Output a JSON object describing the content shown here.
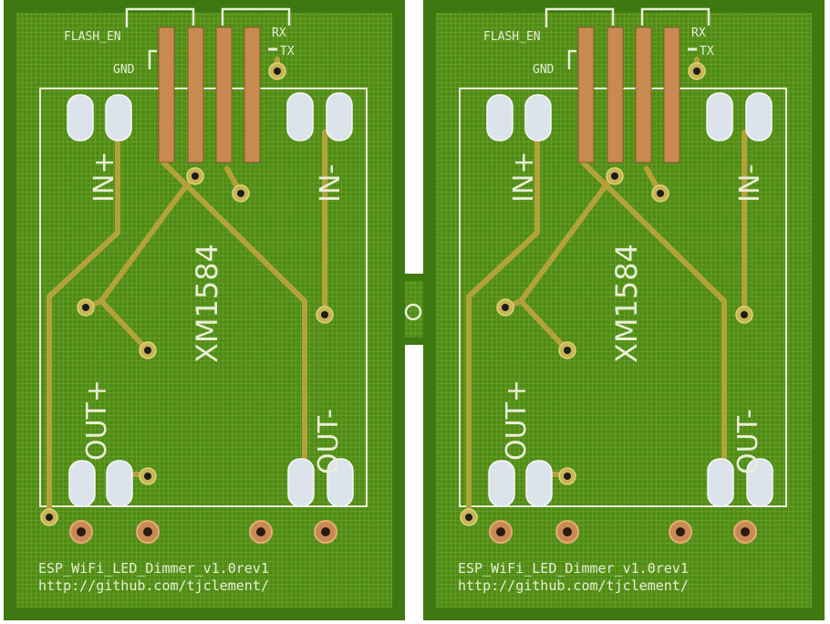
{
  "boards": [
    {
      "labels": {
        "flash_en": "FLASH_EN",
        "gnd": "GND",
        "rx": "RX",
        "tx": "TX",
        "in_plus": "IN+",
        "in_minus": "IN-",
        "module": "XM1584",
        "out_plus": "OUT+",
        "out_minus": "OUT-",
        "project": "ESP_WiFi_LED_Dimmer_v1.0rev1",
        "url": "http://github.com/tjclement/"
      }
    },
    {
      "labels": {
        "flash_en": "FLASH_EN",
        "gnd": "GND",
        "rx": "RX",
        "tx": "TX",
        "in_plus": "IN+",
        "in_minus": "IN-",
        "module": "XM1584",
        "out_plus": "OUT+",
        "out_minus": "OUT-",
        "project": "ESP_WiFi_LED_Dimmer_v1.0rev1",
        "url": "http://github.com/tjclement/"
      }
    }
  ],
  "colors": {
    "board_edge": "#3f7a0e",
    "board_fill": "#4f8d16",
    "copper_trace": "#b3a23a",
    "gold_pad": "#c98a52",
    "silkscreen": "#e9eed6",
    "smd_pad": "#dde3ea"
  }
}
